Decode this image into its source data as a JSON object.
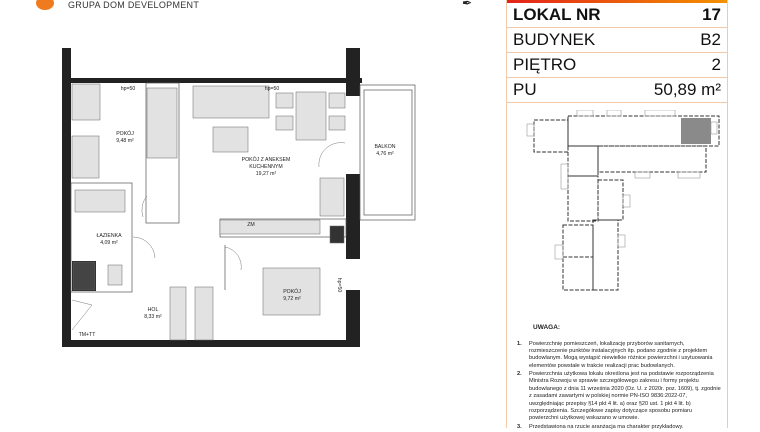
{
  "header": {
    "brand": "GRUPA DOM DEVELOPMENT",
    "logo_color": "#f07a1e"
  },
  "info": {
    "rows": [
      {
        "label": "LOKAL NR",
        "value": "17"
      },
      {
        "label": "BUDYNEK",
        "value": "B2"
      },
      {
        "label": "PIĘTRO",
        "value": "2"
      },
      {
        "label": "PU",
        "value": "50,89 m²"
      }
    ],
    "accent": "#f39200"
  },
  "plan": {
    "rooms": [
      {
        "name": "POKÓJ",
        "area": "9,48 m²"
      },
      {
        "name": "POKÓJ Z ANEKSEM",
        "name2": "KUCHENNYM",
        "area": "19,27 m²"
      },
      {
        "name": "BALKON",
        "area": "4,76 m²"
      },
      {
        "name": "ŁAZIENKA",
        "area": "4,09 m²"
      },
      {
        "name": "HOL",
        "area": "8,33 m²"
      },
      {
        "name": "POKÓJ",
        "area": "9,72 m²"
      }
    ],
    "marks": {
      "hp1": "hp=50",
      "hp2": "hp=50",
      "hp3": "hp=50",
      "zm": "ZM",
      "tm": "TM+TT"
    }
  },
  "notes": {
    "title": "UWAGA:",
    "items": [
      {
        "n": "1.",
        "text": "Powierzchnię pomieszczeń, lokalizację przyborów sanitarnych, rozmieszczenie punktów instalacyjnych itp. podano zgodnie z projektem budowlanym. Mogą wystąpić niewielkie różnice powierzchni i usytuowania elementów powstałe w trakcie realizacji prac budowlanych."
      },
      {
        "n": "2.",
        "text": "Powierzchnia użytkowa lokalu określona jest na podstawie rozporządzenia Ministra Rozwoju w sprawie szczegółowego zakresu i formy projektu budowlanego z dnia 11 września 2020 (Dz. U. z 2020r. poz. 1609), tj. zgodnie z zasadami zawartymi w polskiej normie PN-ISO 9836:2022-07, uwzględniając przepisy §14 pkt 4 lit. a) oraz §20 ust. 1 pkt 4 lit. b) rozporządzenia. Szczegółowe zapisy dotyczące sposobu pomiaru powierzchni użytkowej wskazano w umowie."
      },
      {
        "n": "3.",
        "text": "Przedstawiona na rzucie aranżacja ma charakter przykładowy."
      }
    ]
  }
}
